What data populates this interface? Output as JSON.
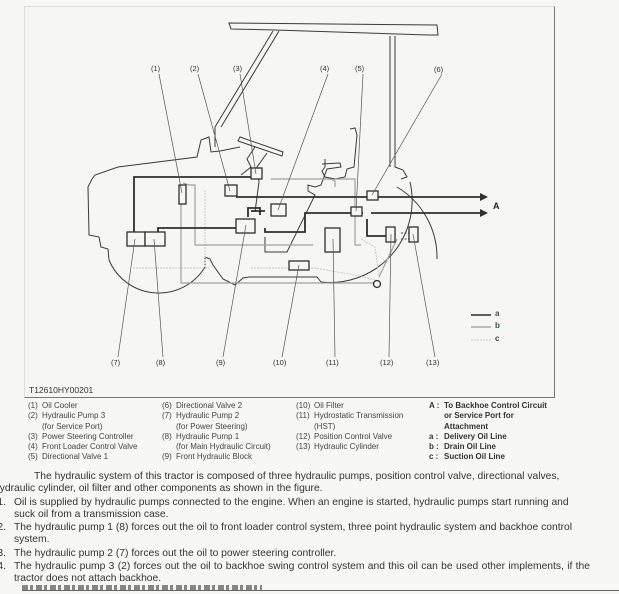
{
  "figure": {
    "id": "T12610HY00201",
    "callouts_top": [
      "(1)",
      "(2)",
      "(3)",
      "(4)",
      "(5)",
      "(6)"
    ],
    "callouts_bottom": [
      "(7)",
      "(8)",
      "(9)",
      "(10)",
      "(11)",
      "(12)",
      "(13)"
    ],
    "arrow_label": "A",
    "line_legend": [
      {
        "key": "a",
        "style": "solid-dark"
      },
      {
        "key": "b",
        "style": "solid-gray"
      },
      {
        "key": "c",
        "style": "dotted-light"
      }
    ],
    "colors": {
      "delivery": "#2f2f2f",
      "drain": "#9a9a9a",
      "suction": "#c8c8c8",
      "outline": "#3a3a3a"
    }
  },
  "legend": {
    "col1": [
      {
        "num": "(1)",
        "lines": [
          "Oil Cooler"
        ]
      },
      {
        "num": "(2)",
        "lines": [
          "Hydraulic Pump 3",
          "(for Service Port)"
        ]
      },
      {
        "num": "(3)",
        "lines": [
          "Power Steering Controller"
        ]
      },
      {
        "num": "(4)",
        "lines": [
          "Front Loader Control Valve"
        ]
      },
      {
        "num": "(5)",
        "lines": [
          "Directional Valve 1"
        ]
      }
    ],
    "col2": [
      {
        "num": "(6)",
        "lines": [
          "Directional Valve 2"
        ]
      },
      {
        "num": "(7)",
        "lines": [
          "Hydraulic Pump 2",
          "(for Power Steering)"
        ]
      },
      {
        "num": "(8)",
        "lines": [
          "Hydraulic Pump 1",
          "(for Main Hydraulic Circuit)"
        ]
      },
      {
        "num": "(9)",
        "lines": [
          "Front Hydraulic Block"
        ]
      }
    ],
    "col3": [
      {
        "num": "(10)",
        "lines": [
          "Oil Filter"
        ]
      },
      {
        "num": "(11)",
        "lines": [
          "Hydrostatic Transmission",
          "(HST)"
        ]
      },
      {
        "num": "(12)",
        "lines": [
          "Position Control Valve"
        ]
      },
      {
        "num": "(13)",
        "lines": [
          "Hydraulic Cylinder"
        ]
      }
    ],
    "col4": [
      {
        "num": "A :",
        "lines": [
          "To Backhoe Control Circuit",
          "or Service Port for",
          "Attachment"
        ]
      },
      {
        "num": "a :",
        "lines": [
          "Delivery Oil Line"
        ]
      },
      {
        "num": "b :",
        "lines": [
          "Drain Oil Line"
        ]
      },
      {
        "num": "c :",
        "lines": [
          "Suction Oil Line"
        ]
      }
    ]
  },
  "body": {
    "intro": "The hydraulic system of this tractor is composed of three hydraulic pumps, position control valve, directional valves, hydraulic cylinder, oil filter and other components as shown in the figure.",
    "items": [
      {
        "n": "1.",
        "text": "Oil is supplied by hydraulic pumps connected to the engine.  When an engine is started, hydraulic pumps start running and suck oil from a transmission case."
      },
      {
        "n": "2.",
        "text": "The hydraulic pump 1 (8) forces out the oil to front loader control system, three point hydraulic system and backhoe control system."
      },
      {
        "n": "3.",
        "text": "The hydraulic pump 2 (7) forces out the oil to power steering controller."
      },
      {
        "n": "4.",
        "text": "The hydraulic pump 3 (2) forces out the oil to backhoe swing control system and this oil can be used other implements, if the tractor does not attach backhoe."
      }
    ]
  }
}
